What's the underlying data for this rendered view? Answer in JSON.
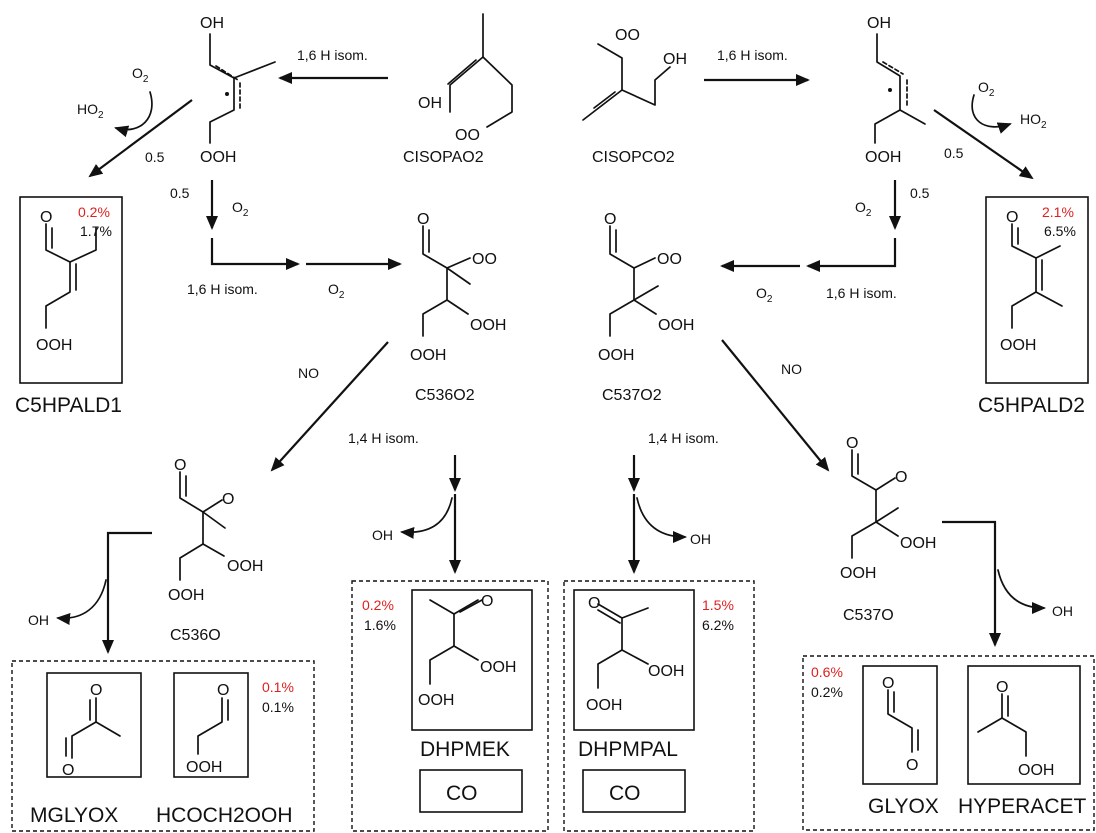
{
  "species": {
    "cisopao2": "CISOPAO2",
    "cisopco2": "CISOPCO2",
    "c5hpald1": "C5HPALD1",
    "c5hpald2": "C5HPALD2",
    "c536o2": "C536O2",
    "c537o2": "C537O2",
    "c536o": "C536O",
    "c537o": "C537O",
    "dhpmek": "DHPMEK",
    "dhpmpal": "DHPMPAL",
    "mglyox": "MGLYOX",
    "hcoch2ooh": "HCOCH2OOH",
    "glyox": "GLYOX",
    "hyperacet": "HYPERACET",
    "co": "CO"
  },
  "yields": {
    "c5hpald1": {
      "red": "0.2%",
      "black": "1.7%"
    },
    "c5hpald2": {
      "red": "2.1%",
      "black": "6.5%"
    },
    "dhpmek": {
      "red": "0.2%",
      "black": "1.6%"
    },
    "dhpmpal": {
      "red": "1.5%",
      "black": "6.2%"
    },
    "mglyox_group": {
      "red": "0.1%",
      "black": "0.1%"
    },
    "glyox_group": {
      "red": "0.6%",
      "black": "0.2%"
    }
  },
  "labels": {
    "h16": "1,6 H isom.",
    "h14": "1,4 H isom.",
    "o2": "O",
    "o2_sub": "2",
    "ho2": "HO",
    "ho2_sub": "2",
    "no": "NO",
    "oh": "OH",
    "branch": "0.5",
    "atom_o": "O",
    "atom_oh": "OH",
    "atom_oo": "OO",
    "atom_ooh": "OOH"
  },
  "colors": {
    "accent_red": "#e02020",
    "ink": "#111111"
  }
}
